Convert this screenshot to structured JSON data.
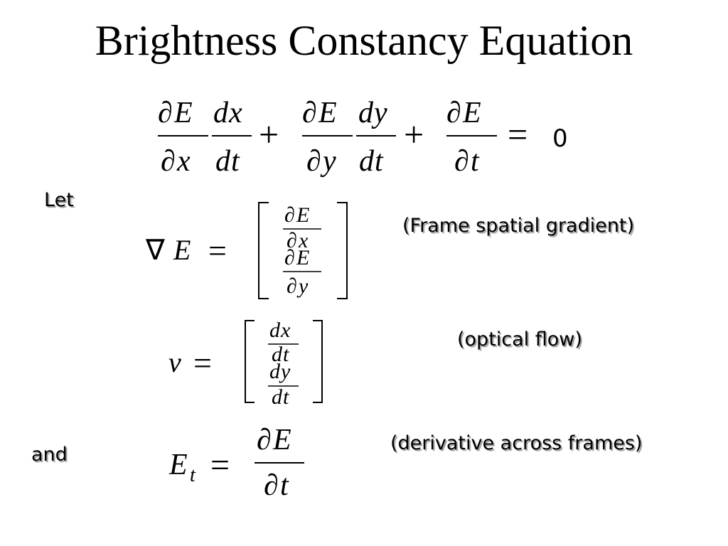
{
  "slide": {
    "title": "Brightness Constancy Equation",
    "notes": {
      "let": "Let",
      "and": "and",
      "gradient": "(Frame spatial gradient)",
      "optical_flow": "(optical flow)",
      "derivative": "(derivative across frames)"
    }
  },
  "equations": {
    "constancy": {
      "partial": "∂",
      "E": "E",
      "x": "x",
      "y": "y",
      "t": "t",
      "d": "d",
      "plus": "+",
      "equals": "=",
      "zero": "0"
    },
    "gradient": {
      "nabla": "∇",
      "E": "E",
      "equals": "=",
      "partial": "∂",
      "x": "x",
      "y": "y"
    },
    "flow": {
      "v": "v",
      "equals": "=",
      "d": "d",
      "x": "x",
      "y": "y",
      "t": "t"
    },
    "temporal": {
      "E": "E",
      "sub_t": "t",
      "equals": "=",
      "partial": "∂",
      "t": "t"
    }
  }
}
